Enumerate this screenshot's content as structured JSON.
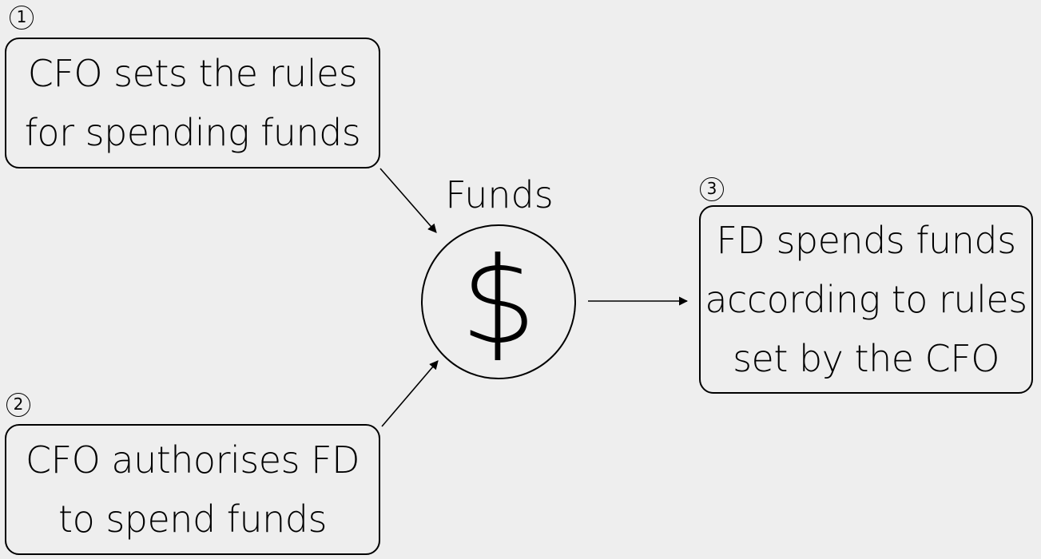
{
  "steps": [
    {
      "number": "1",
      "lines": [
        "CFO sets  the rules",
        "for spending funds"
      ]
    },
    {
      "number": "2",
      "lines": [
        "CFO authorises FD",
        "to spend funds"
      ]
    },
    {
      "number": "3",
      "lines": [
        "FD spends funds",
        "according to rules",
        "set by the CFO"
      ]
    }
  ],
  "center": {
    "label": "Funds",
    "symbol": "$"
  }
}
